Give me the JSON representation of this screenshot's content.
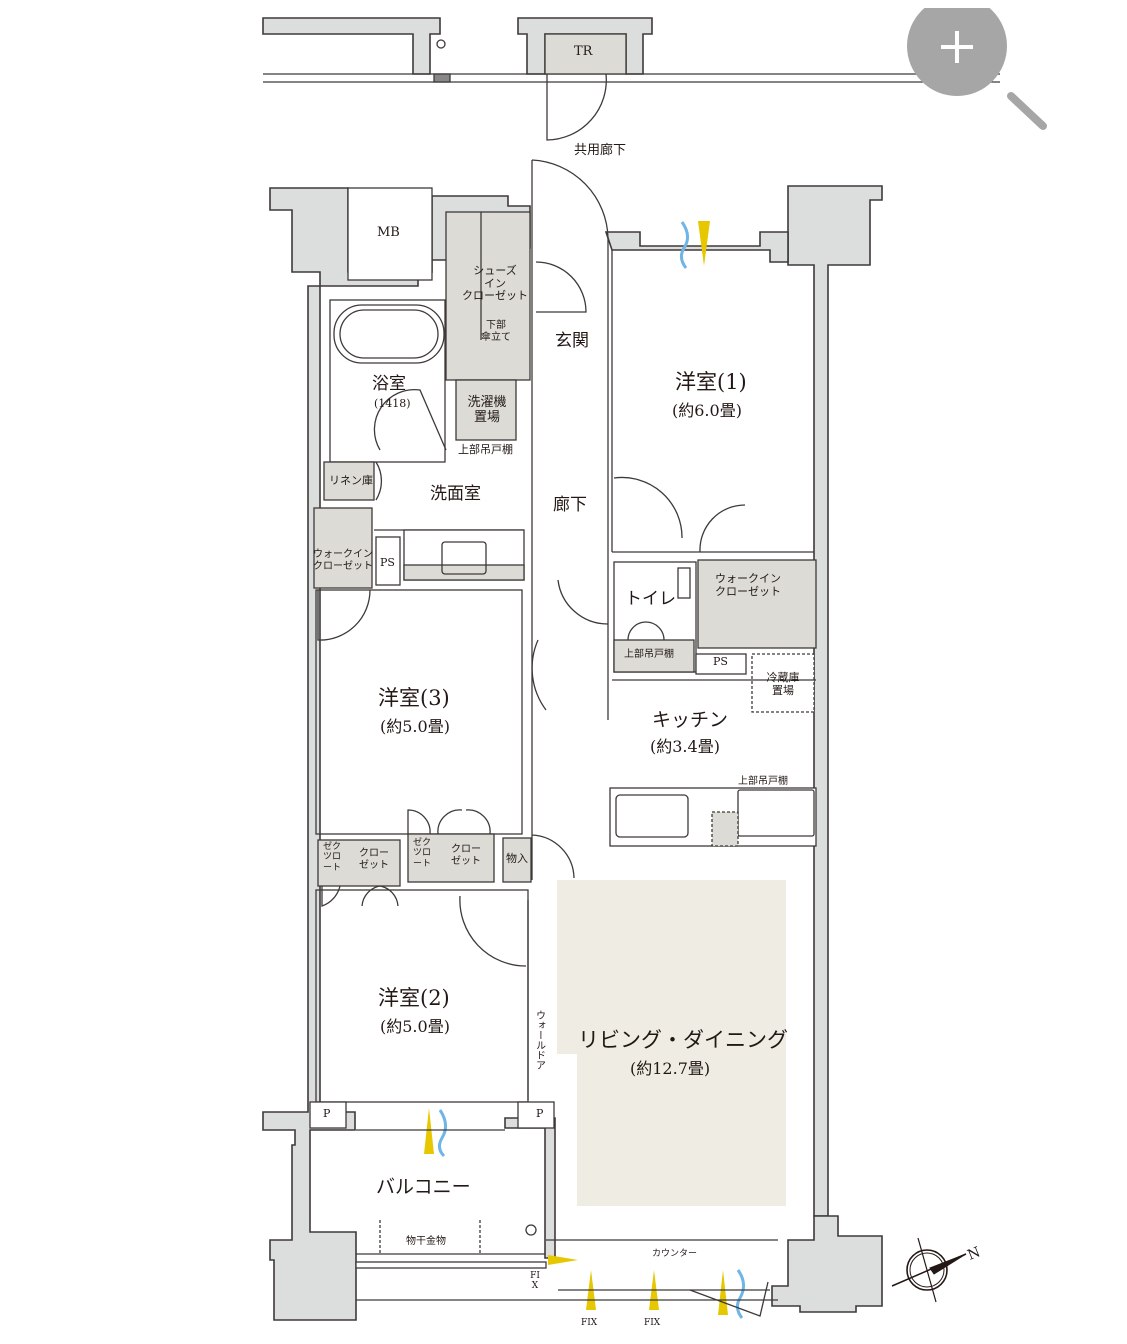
{
  "colors": {
    "wall": "#dcdddd",
    "wall_stroke": "#3e3a39",
    "storage": "#dcdbd6",
    "living_floor": "#eeece3",
    "window_light": "#e6c700",
    "window_air": "#6fb5e6",
    "zoom_icon": "#a6a6a6"
  },
  "zoom_control": {
    "icon": "zoom-in-icon",
    "symbol": "+"
  },
  "exterior": {
    "trunk_room": "TR",
    "common_corridor": "共用廊下"
  },
  "rooms": {
    "meter_box": "MB",
    "shoe_closet": {
      "line1": "シューズ",
      "line2": "イン",
      "line3": "クローゼット"
    },
    "umbrella_stand": {
      "line1": "下部",
      "line2": "傘立て"
    },
    "entrance": "玄関",
    "bathroom": {
      "name": "浴室",
      "size": "(1418)"
    },
    "washer_space": {
      "line1": "洗濯機",
      "line2": "置場"
    },
    "upper_cabinet_wash": "上部吊戸棚",
    "linen_storage": "リネン庫",
    "washroom": "洗面室",
    "hallway": "廊下",
    "wic_left": {
      "line1": "ウォークイン",
      "line2": "クローゼット"
    },
    "ps_left": "PS",
    "western_room_1": {
      "name": "洋室(1)",
      "size": "(約6.0畳)"
    },
    "toilet": "トイレ",
    "upper_cabinet_toilet": "上部吊戸棚",
    "wic_right": {
      "line1": "ウォークイン",
      "line2": "クローゼット"
    },
    "ps_right": "PS",
    "fridge_space": {
      "line1": "冷蔵庫",
      "line2": "置場"
    },
    "kitchen": {
      "name": "キッチン",
      "size": "(約3.4畳)"
    },
    "upper_cabinet_kitchen": "上部吊戸棚",
    "western_room_3": {
      "name": "洋室(3)",
      "size": "(約5.0畳)"
    },
    "zect_left": "ゼクツロート",
    "closet_left": {
      "line1": "クロー",
      "line2": "ゼット"
    },
    "zect_mid": "ゼクツロート",
    "closet_mid": {
      "line1": "クロー",
      "line2": "ゼット"
    },
    "storage": "物入",
    "western_room_2": {
      "name": "洋室(2)",
      "size": "(約5.0畳)"
    },
    "wall_door": "ウォールドア",
    "living_dining": {
      "name": "リビング・ダイニング",
      "size": "(約12.7畳)"
    },
    "pipe_left": "P",
    "pipe_right": "P",
    "balcony": "バルコニー",
    "laundry_hanger": "物干金物",
    "counter": "カウンター",
    "fix_side": "FIX",
    "fix_1": "FIX",
    "fix_2": "FIX"
  },
  "compass": {
    "north_label": "N"
  }
}
